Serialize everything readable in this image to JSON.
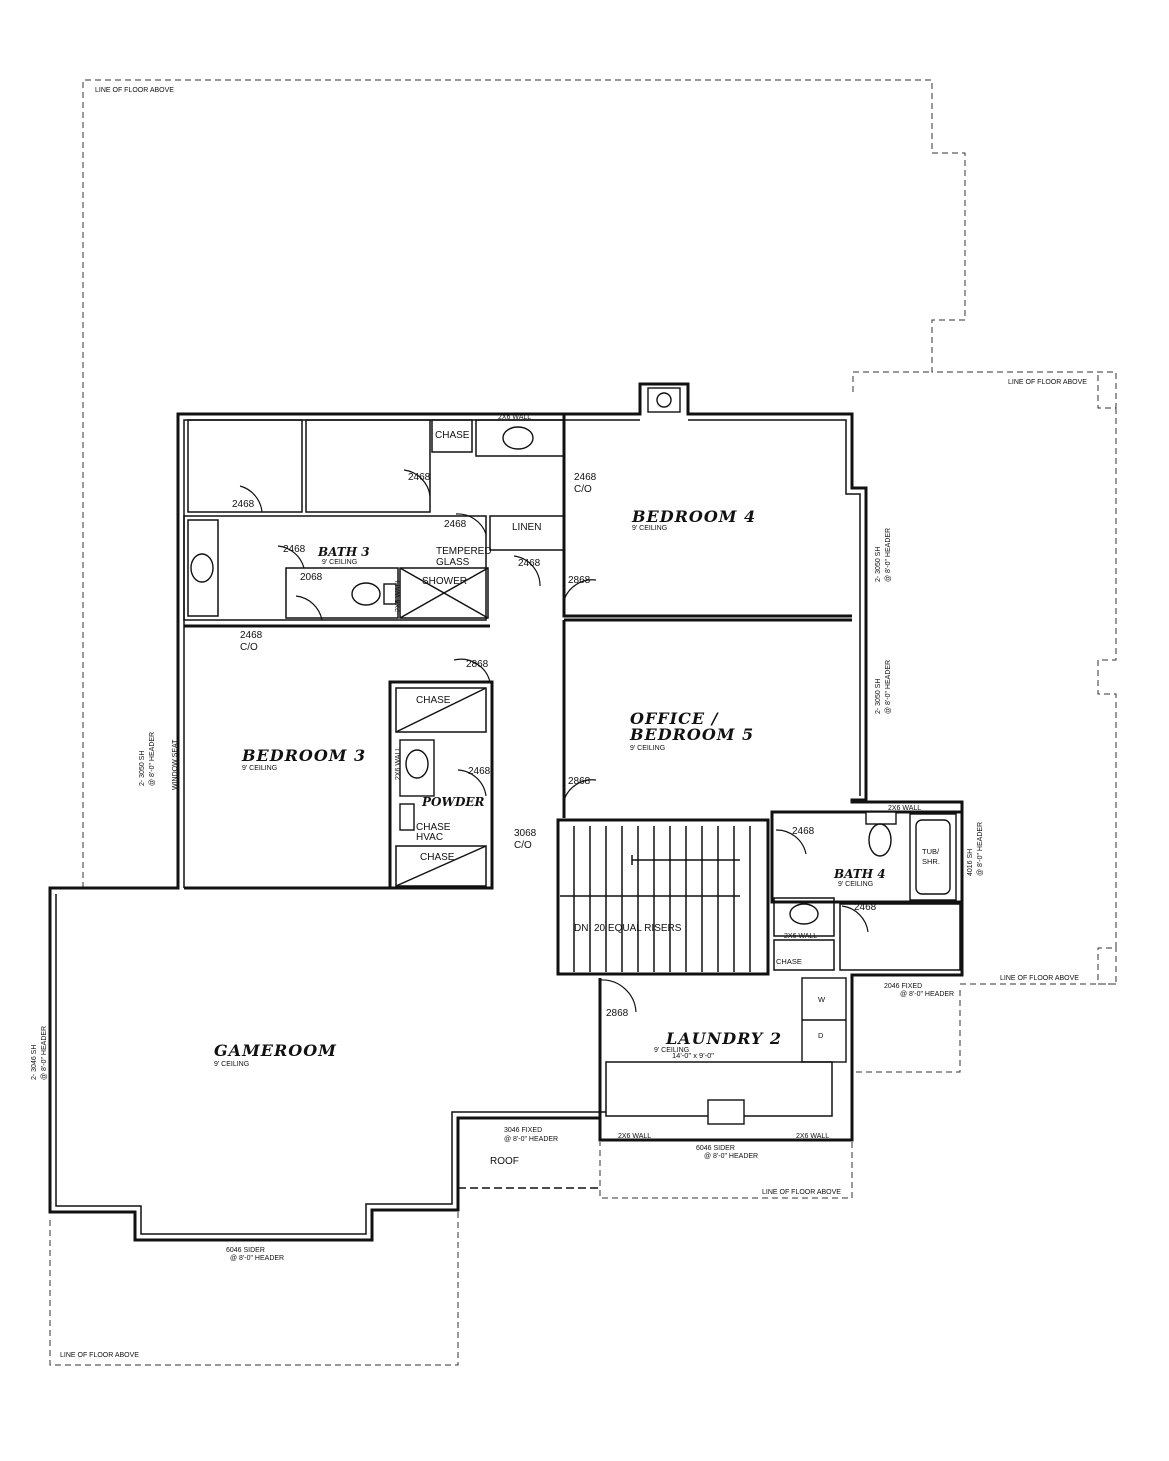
{
  "floor_outline_labels": {
    "top_left": "LINE OF FLOOR ABOVE",
    "right": "LINE OF FLOOR ABOVE",
    "right_lower": "LINE OF FLOOR ABOVE",
    "bottom_center": "LINE OF FLOOR ABOVE",
    "bottom_left": "LINE OF FLOOR ABOVE"
  },
  "rooms": {
    "bedroom4": {
      "name": "BEDROOM 4",
      "ceiling": "9' CEILING"
    },
    "office": {
      "name_line1": "OFFICE /",
      "name_line2": "BEDROOM 5",
      "ceiling": "9' CEILING"
    },
    "bedroom3": {
      "name": "BEDROOM 3",
      "ceiling": "9' CEILING"
    },
    "bath3": {
      "name": "BATH 3",
      "ceiling": "9' CEILING"
    },
    "bath4": {
      "name": "BATH 4",
      "ceiling": "9' CEILING"
    },
    "powder": {
      "name": "POWDER"
    },
    "gameroom": {
      "name": "GAMEROOM",
      "ceiling": "9' CEILING"
    },
    "laundry": {
      "name": "LAUNDRY 2",
      "ceiling": "9' CEILING",
      "dims": "14'-0\" x 9'-0\""
    }
  },
  "labels": {
    "chase": "CHASE",
    "linen": "LINEN",
    "shower": "SHOWER",
    "tempered1": "TEMPERED",
    "tempered2": "GLASS",
    "wall_2x6": "2X6 WALL",
    "window_seat": "WINDOW SEAT",
    "chase_hvac1": "CHASE",
    "chase_hvac2": "HVAC",
    "tub1": "TUB/",
    "tub2": "SHR.",
    "roof": "ROOF",
    "stairs": "DN. 20 EQUAL RISERS",
    "washer": "W",
    "dryer": "D",
    "co": "C/O"
  },
  "doors": {
    "d2468": "2468",
    "d2868": "2868",
    "d2068": "2068",
    "d3068": "3068"
  },
  "windows": {
    "bed4_1": "2- 3050 SH",
    "bed4_2": "@ 8'-0\" HEADER",
    "off_1": "2- 3050 SH",
    "off_2": "@ 8'-0\" HEADER",
    "bed3_1": "2- 3050 SH",
    "bed3_2": "@ 8'-0\" HEADER",
    "bath4_1": "4016 SH",
    "bath4_2": "@ 8'-0\" HEADER",
    "fixed2046_1": "2046 FIXED",
    "fixed2046_2": "@ 8'-0\" HEADER",
    "game_1": "2- 3046 SH",
    "game_2": "@ 8'-0\" HEADER",
    "fixed3046_1": "3046 FIXED",
    "fixed3046_2": "@ 8'-0\" HEADER",
    "slider_l_1": "6046 SIDER",
    "slider_l_2": "@ 8'-0\" HEADER",
    "slider_r_1": "6046 SIDER",
    "slider_r_2": "@ 8'-0\" HEADER"
  }
}
